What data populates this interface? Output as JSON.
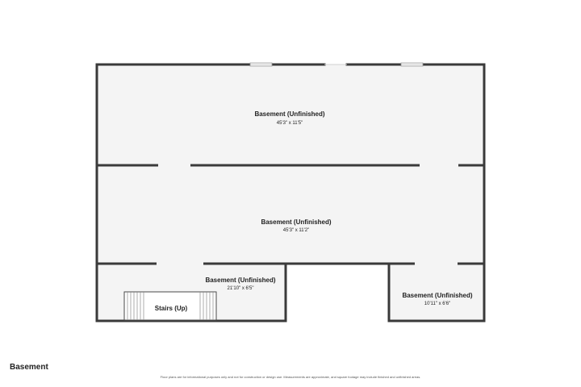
{
  "floor_label": "Basement",
  "disclaimer": "Floor plans are for informational purposes only and not for construction or design use. Measurements are approximate, and square footage may include finished and unfinished areas.",
  "colors": {
    "wall": "#3a3a3a",
    "floor": "#f4f4f4",
    "background": "#ffffff"
  },
  "rooms": [
    {
      "name": "Basement (Unfinished)",
      "dims": "45'3\" x 11'5\""
    },
    {
      "name": "Basement (Unfinished)",
      "dims": "45'3\" x 11'2\""
    },
    {
      "name": "Basement (Unfinished)",
      "dims": "21'10\" x 6'5\""
    },
    {
      "name": "Basement (Unfinished)",
      "dims": "10'11\" x 6'6\""
    },
    {
      "name": "Stairs (Up)",
      "dims": ""
    }
  ]
}
